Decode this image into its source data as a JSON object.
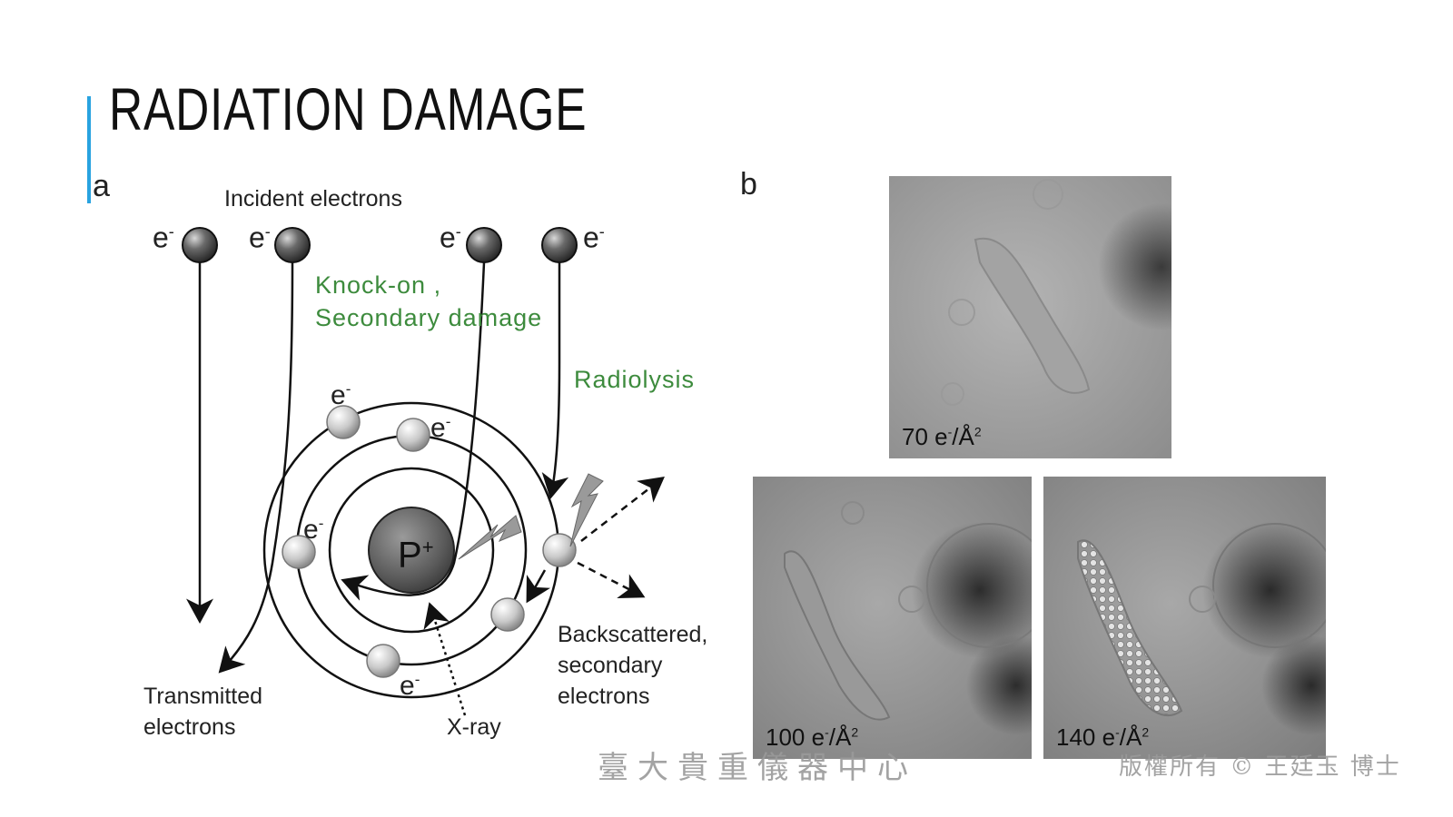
{
  "slide": {
    "title": "RADIATION DAMAGE",
    "accent_color": "#29a3e0"
  },
  "panel_a": {
    "letter": "a",
    "incident_label": "Incident electrons",
    "electron_symbol": "e",
    "electron_charge": "-",
    "nucleus_symbol": "P",
    "nucleus_charge": "+",
    "knock_on_label_1": "Knock-on ,",
    "knock_on_label_2": "Secondary damage",
    "radiolysis_label": "Radiolysis",
    "transmitted_label_1": "Transmitted",
    "transmitted_label_2": "electrons",
    "xray_label": "X-ray",
    "backscattered_label_1": "Backscattered,",
    "backscattered_label_2": "secondary",
    "backscattered_label_3": "electrons",
    "green_color": "#3d8b3d"
  },
  "panel_b": {
    "letter": "b",
    "micrographs": [
      {
        "dose_value": "70 e",
        "dose_unit": "/Å",
        "dose_exp": "2"
      },
      {
        "dose_value": "100 e",
        "dose_unit": "/Å",
        "dose_exp": "2"
      },
      {
        "dose_value": "140 e",
        "dose_unit": "/Å",
        "dose_exp": "2"
      }
    ]
  },
  "footer": {
    "watermark_left": "臺大貴重儀器中心",
    "watermark_right": "版權所有 © 王廷玉 博士"
  }
}
